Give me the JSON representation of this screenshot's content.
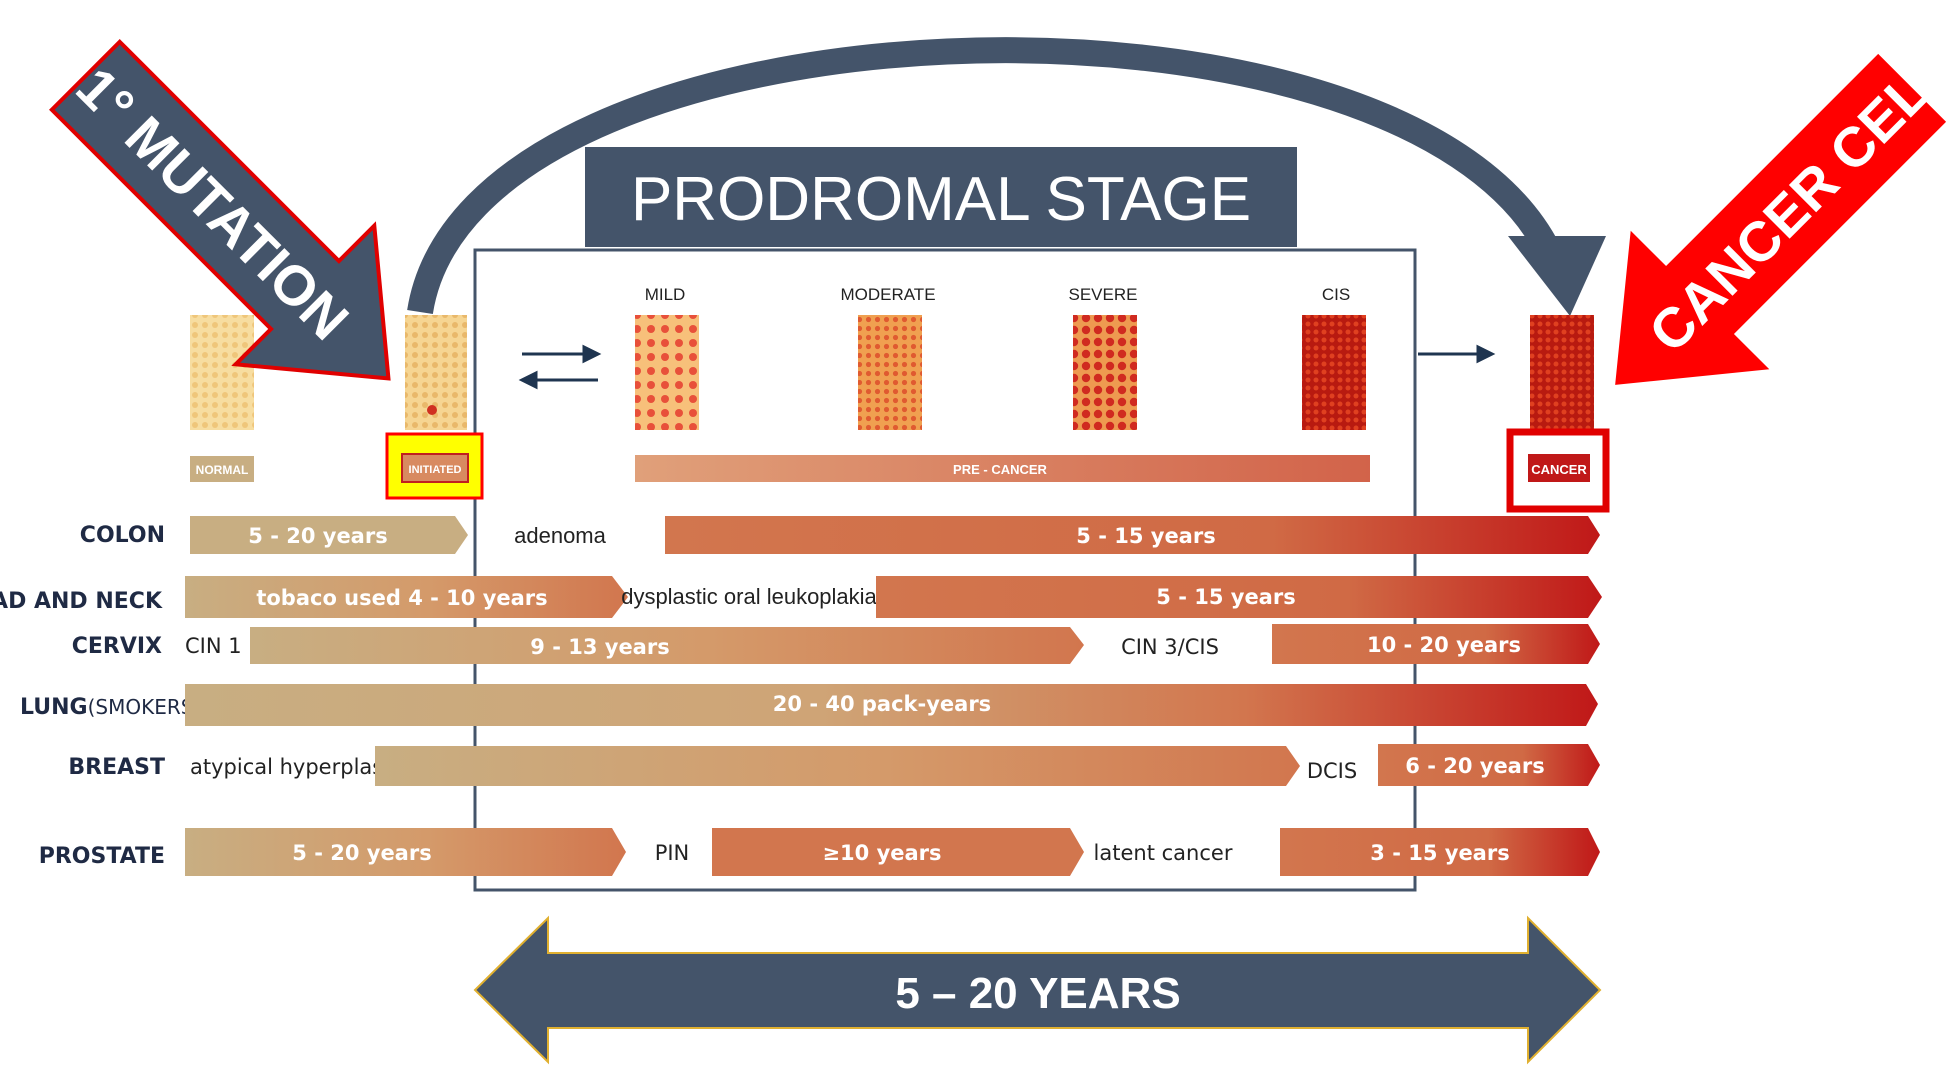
{
  "title": "PRODROMAL STAGE",
  "mutation_label": "1° MUTATION",
  "cancer_cell_label": "CANCER CELL",
  "duration_label": "5 – 20 YEARS",
  "stages": {
    "mild": "MILD",
    "moderate": "MODERATE",
    "severe": "SEVERE",
    "cis": "CIS"
  },
  "stage_badges": {
    "normal": "NORMAL",
    "initiated": "INITIATED",
    "pre_cancer": "PRE - CANCER",
    "cancer": "CANCER"
  },
  "rows": {
    "colon": {
      "label": "COLON",
      "a": "5 - 20 years",
      "mid": "adenoma",
      "b": "5 - 15 years"
    },
    "head_neck": {
      "label": "HEAD AND NECK",
      "a": "tobaco used 4 - 10 years",
      "mid": "dysplastic oral leukoplakia",
      "b": "5 - 15 years"
    },
    "cervix": {
      "label": "CERVIX",
      "pre": "CIN 1",
      "a": "9 - 13 years",
      "mid": "CIN 3/CIS",
      "b": "10 - 20 years"
    },
    "lung": {
      "label": "LUNG",
      "sub": "(SMOKERS)",
      "a": "20 - 40  pack-years"
    },
    "breast": {
      "label": "BREAST",
      "pre": "atypical hyperplasia",
      "mid": "DCIS",
      "b": "6 - 20 years"
    },
    "prostate": {
      "label": "PROSTATE",
      "a": "5 - 20 years",
      "mid1": "PIN",
      "b": "≥10 years",
      "mid2": "latent cancer",
      "c": "3 - 15 years"
    }
  },
  "colors": {
    "navy": "#44546A",
    "red": "#FF0000",
    "tan": "#C8AE82",
    "orange": "#D2764E",
    "deep_red": "#C01818",
    "yellow": "#FFFF00"
  }
}
